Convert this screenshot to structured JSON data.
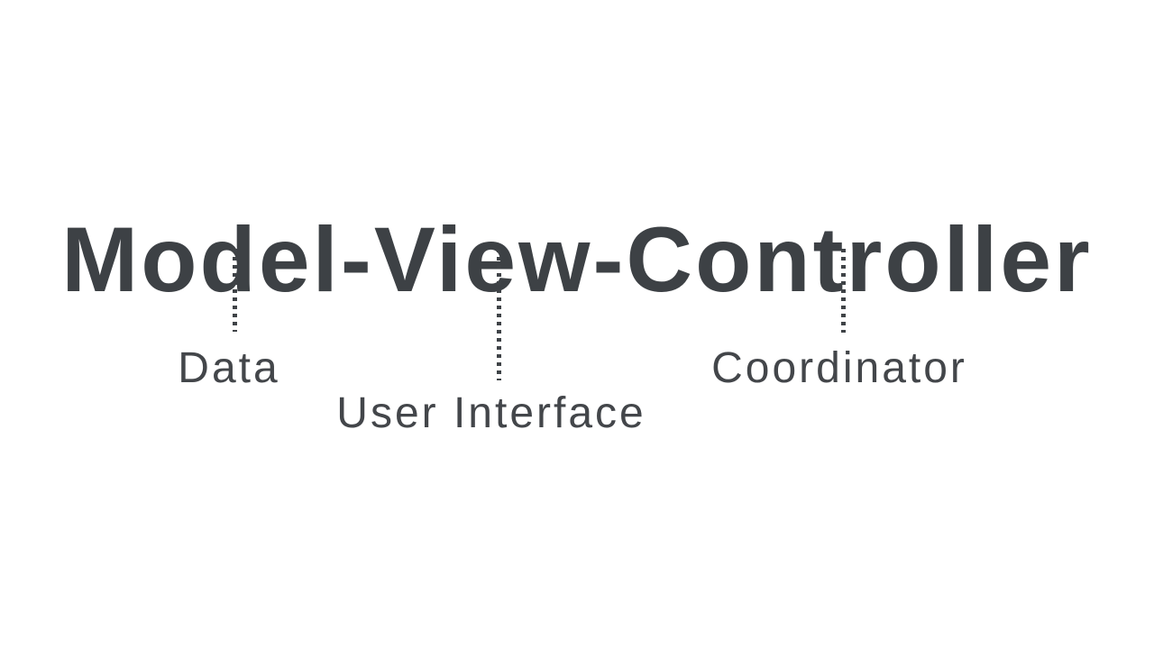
{
  "diagram": {
    "title": "Model-View-Controller",
    "mappings": [
      {
        "part": "Model",
        "meaning": "Data"
      },
      {
        "part": "View",
        "meaning": "User Interface"
      },
      {
        "part": "Controller",
        "meaning": "Coordinator"
      }
    ],
    "colors": {
      "background": "#ffffff",
      "title_text": "#3d4145",
      "label_text": "#43464a",
      "connector": "#3f4347"
    }
  }
}
